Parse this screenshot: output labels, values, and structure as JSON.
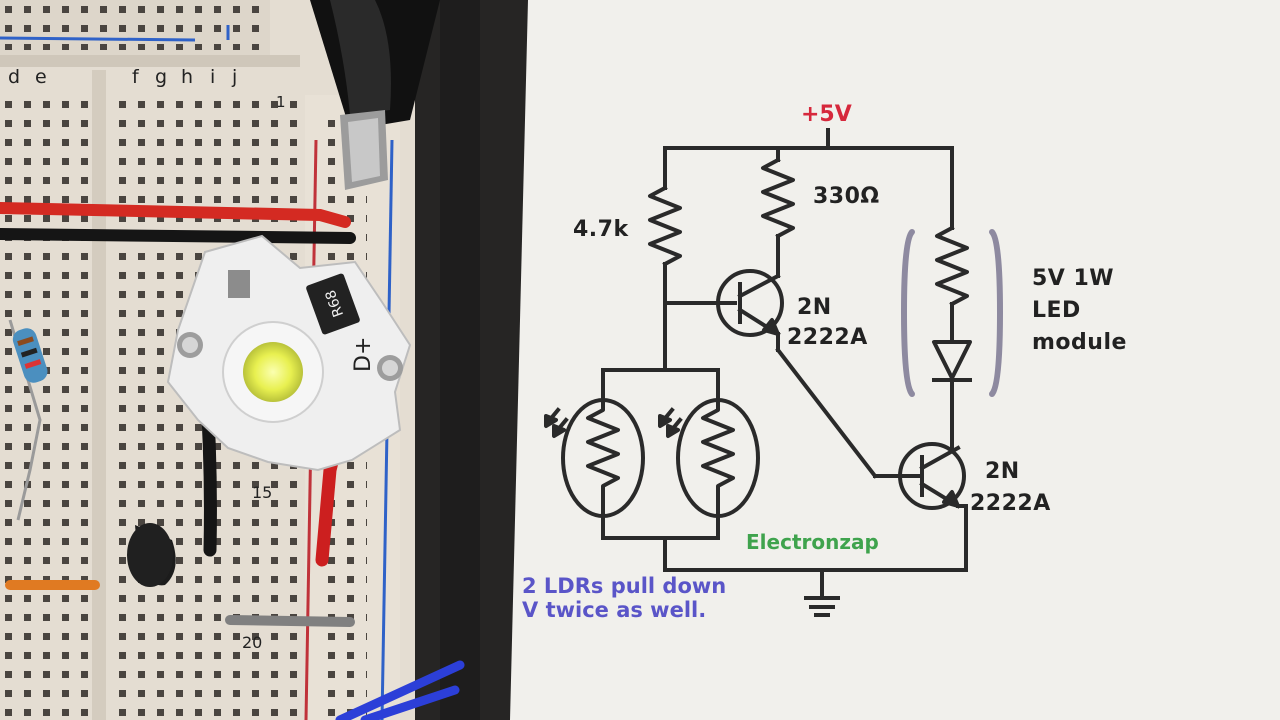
{
  "breadboard": {
    "column_letters": [
      "d",
      "e",
      "f",
      "g",
      "h",
      "i",
      "j"
    ],
    "row_numbers": [
      "1",
      "15",
      "20"
    ],
    "smd_resistor_code": "R68",
    "led_marking": "D+"
  },
  "schematic": {
    "supply": "+5V",
    "resistor_base": "4.7k",
    "resistor_collector": "330Ω",
    "q1": {
      "line1": "2N",
      "line2": "2222A"
    },
    "q2": {
      "line1": "2N",
      "line2": "2222A"
    },
    "led_module": {
      "line1": "5V 1W",
      "line2": "LED",
      "line3": "module"
    },
    "credit": "Electronzap",
    "note": {
      "line1": "2 LDRs pull down",
      "line2": "V twice as well."
    }
  },
  "colors": {
    "paper": "#f1f0ec",
    "ink": "#2a2a2a",
    "supply_label": "#d6283c",
    "credit": "#3fa34d",
    "note": "#5a55c8",
    "bracket": "#8e8aa0"
  }
}
